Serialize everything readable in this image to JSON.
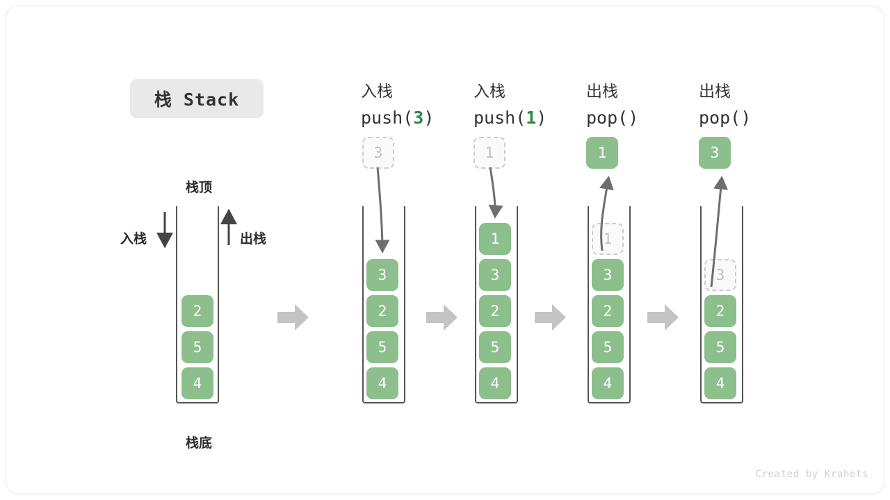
{
  "title": {
    "text": "栈 Stack"
  },
  "legend": {
    "top_label": "栈顶",
    "bottom_label": "栈底",
    "push_label": "入栈",
    "pop_label": "出栈"
  },
  "credit": "Created by Krahets",
  "colors": {
    "cell_fill": "#8cbf8c",
    "cell_text": "#ffffff",
    "ghost_fill": "#fafafa",
    "ghost_border": "#cccccc",
    "ghost_text": "#c0c0c0",
    "wall": "#555555",
    "block_arrow": "#c4c4c4",
    "thin_arrow": "#6e6e6e",
    "code_accent": "#2e8b43",
    "title_pill": "#e9e9e9"
  },
  "columns": [
    {
      "id": "initial",
      "heading_cn": "",
      "heading_code": "",
      "code_num": "",
      "floating": null,
      "stack": [
        "2",
        "5",
        "4"
      ],
      "ghost_index": -1
    },
    {
      "id": "push-3",
      "heading_cn": "入栈",
      "heading_code_prefix": "push(",
      "code_num": "3",
      "heading_code_suffix": ")",
      "incoming_value": "3",
      "stack": [
        "3",
        "2",
        "5",
        "4"
      ],
      "ghost_index": -1
    },
    {
      "id": "push-1",
      "heading_cn": "入栈",
      "heading_code_prefix": "push(",
      "code_num": "1",
      "heading_code_suffix": ")",
      "incoming_value": "1",
      "stack": [
        "1",
        "3",
        "2",
        "5",
        "4"
      ],
      "ghost_index": -1
    },
    {
      "id": "pop-1",
      "heading_cn": "出栈",
      "heading_code_prefix": "pop(",
      "code_num": "",
      "heading_code_suffix": ")",
      "outgoing_value": "1",
      "stack": [
        "1",
        "3",
        "2",
        "5",
        "4"
      ],
      "ghost_index": 0
    },
    {
      "id": "pop-2",
      "heading_cn": "出栈",
      "heading_code_prefix": "pop(",
      "code_num": "",
      "heading_code_suffix": ")",
      "outgoing_value": "3",
      "stack": [
        "3",
        "2",
        "5",
        "4"
      ],
      "ghost_index": 0
    }
  ],
  "cells": {
    "c0_2": "2",
    "c0_5": "5",
    "c0_4": "4",
    "c1_3": "3",
    "c1_2": "2",
    "c1_5": "5",
    "c1_4": "4",
    "c2_1": "1",
    "c2_3": "3",
    "c2_2": "2",
    "c2_5": "5",
    "c2_4": "4",
    "c3_ghost": "1",
    "c3_3": "3",
    "c3_2": "2",
    "c3_5": "5",
    "c3_4": "4",
    "c3_out": "1",
    "c4_ghost": "3",
    "c4_2": "2",
    "c4_5": "5",
    "c4_4": "4",
    "c4_out": "3",
    "g1": "3",
    "g2": "1"
  },
  "headings": {
    "h1_cn": "入栈",
    "h1_code_pre": "push(",
    "h1_code_num": "3",
    "h1_code_post": ")",
    "h2_cn": "入栈",
    "h2_code_pre": "push(",
    "h2_code_num": "1",
    "h2_code_post": ")",
    "h3_cn": "出栈",
    "h3_code_pre": "pop(",
    "h3_code_num": "",
    "h3_code_post": ")",
    "h4_cn": "出栈",
    "h4_code_pre": "pop(",
    "h4_code_num": "",
    "h4_code_post": ")"
  }
}
